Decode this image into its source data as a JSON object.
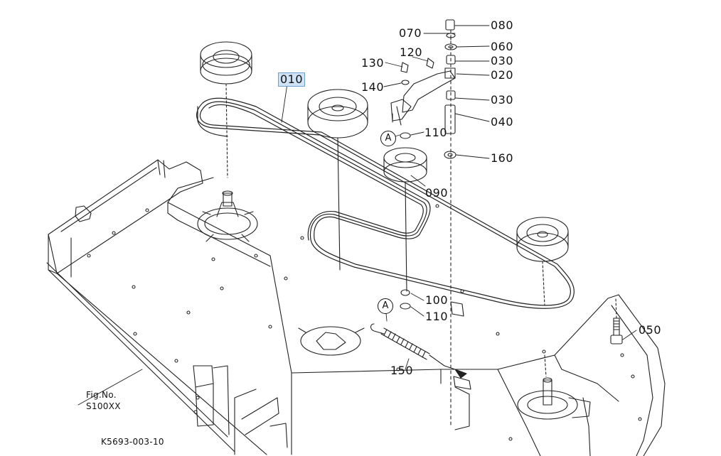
{
  "diagram": {
    "parts": {
      "p010": "010",
      "p020": "020",
      "p030a": "030",
      "p030b": "030",
      "p040": "040",
      "p050": "050",
      "p060": "060",
      "p070": "070",
      "p080": "080",
      "p090": "090",
      "p100": "100",
      "p110a": "110",
      "p110b": "110",
      "p120": "120",
      "p130": "130",
      "p140": "140",
      "p150": "150",
      "p160": "160"
    },
    "ref_marks": {
      "a1": "A",
      "a2": "A"
    },
    "fig_no_label": "Fig.No.",
    "fig_no_value": "S100XX",
    "drawing_code": "K5693-003-10"
  }
}
